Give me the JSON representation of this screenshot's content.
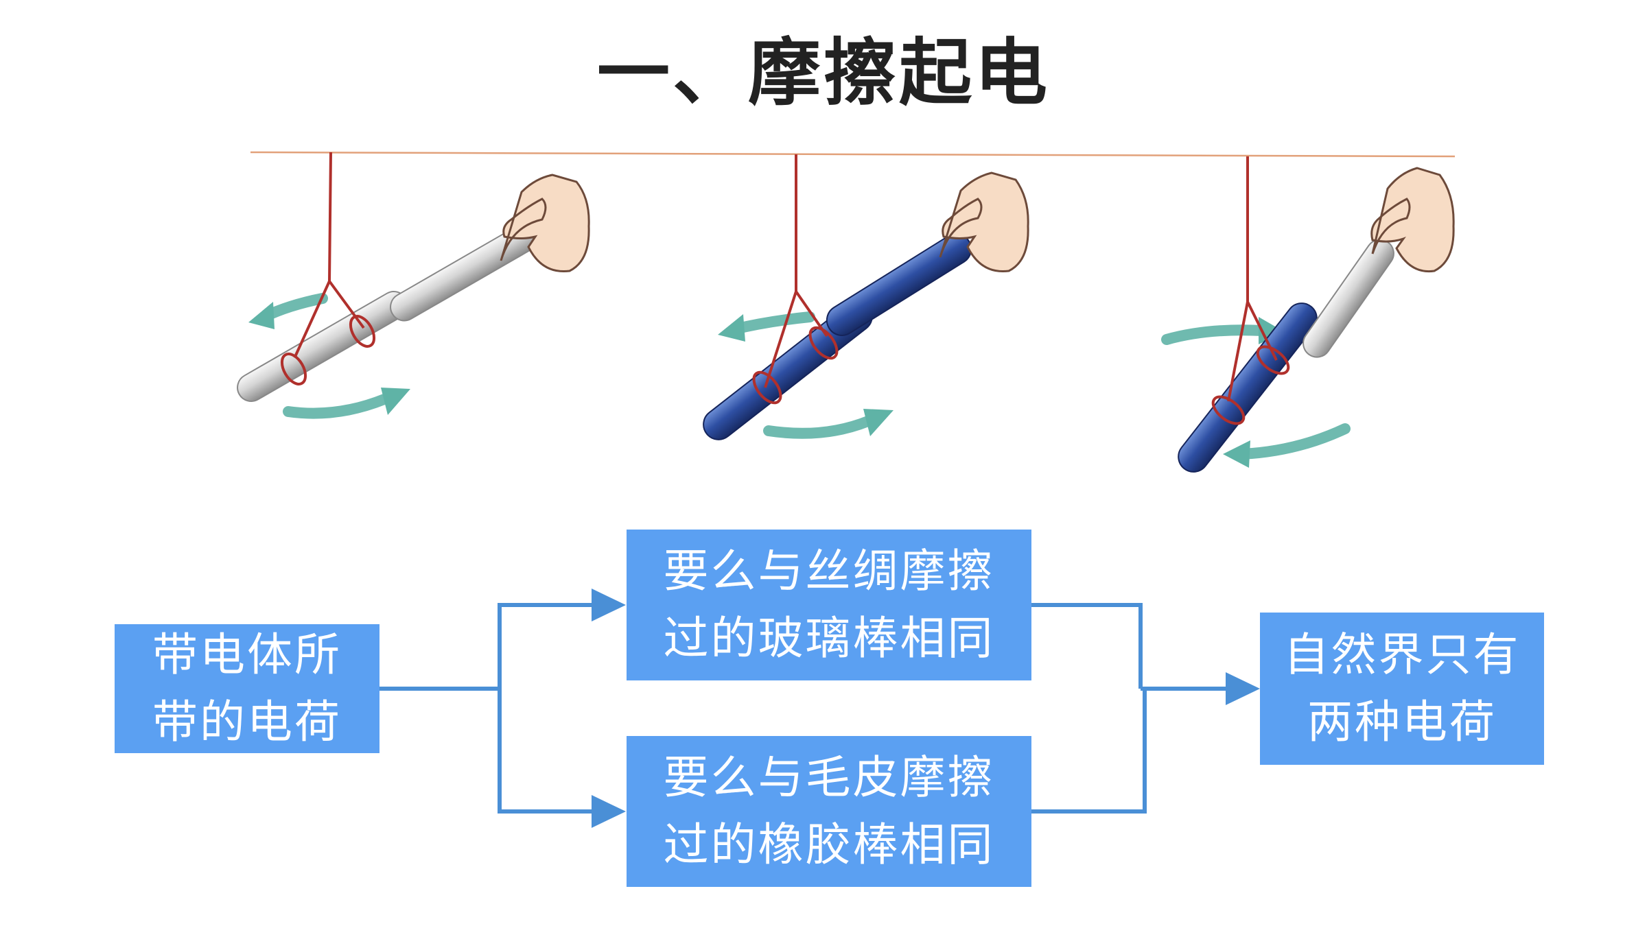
{
  "title": "一、摩擦起电",
  "colors": {
    "box_fill": "#5ba0f2",
    "connector": "#4a8fd6",
    "string": "#b0302c",
    "glass_rod": "#d9d9d9",
    "rubber_rod": "#2b4c9e",
    "rotation_arrow": "#5fb3a6",
    "hanging_line": "#e2a17a"
  },
  "illustrations": [
    {
      "name": "glass-rod-repel",
      "hanging_rod": "glass",
      "held_rod": "glass",
      "rotation": "counterclockwise"
    },
    {
      "name": "rubber-rod-repel",
      "hanging_rod": "rubber",
      "held_rod": "rubber",
      "rotation": "counterclockwise"
    },
    {
      "name": "rubber-glass-attract",
      "hanging_rod": "rubber",
      "held_rod": "glass",
      "rotation": "clockwise"
    }
  ],
  "flow": {
    "left": [
      "带电体所",
      "带的电荷"
    ],
    "upper": [
      "要么与丝绸摩擦",
      "过的玻璃棒相同"
    ],
    "lower": [
      "要么与毛皮摩擦",
      "过的橡胶棒相同"
    ],
    "right": [
      "自然界只有",
      "两种电荷"
    ]
  }
}
